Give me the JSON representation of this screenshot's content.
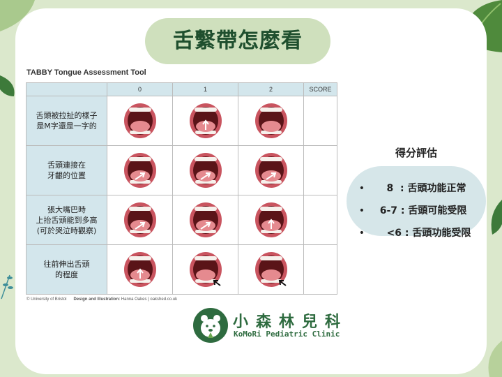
{
  "slide": {
    "title": "舌繫帶怎麼看"
  },
  "table": {
    "title": "TABBY Tongue Assessment Tool",
    "headers": [
      "",
      "0",
      "1",
      "2",
      "SCORE"
    ],
    "rows": [
      {
        "label": "舌頭被拉扯的樣子\n是M字還是一字的"
      },
      {
        "label": "舌頭連接在\n牙齦的位置"
      },
      {
        "label": "張大嘴巴時\n上抬舌頭能到多高\n(可於哭泣時觀察)"
      },
      {
        "label": "往前伸出舌頭\n的程度"
      }
    ],
    "credit_source": "© University of Bristol",
    "credit_design_label": "Design and Illustration:",
    "credit_design_value": "Hanna Oakes | oakshed.co.uk"
  },
  "scoring": {
    "heading": "得分評估",
    "items": [
      {
        "bullet": "•",
        "text": "  8  : 舌頭功能正常"
      },
      {
        "bullet": "•",
        "text": "6-7 : 舌頭可能受限"
      },
      {
        "bullet": "•",
        "text": "  <6 : 舌頭功能受限"
      }
    ]
  },
  "clinic": {
    "name_zh": "小森林兒科",
    "name_en": "KoMoRi Pediatric Clinic"
  },
  "colors": {
    "background": "#dbe8cc",
    "title_pill": "#cfe0bd",
    "table_header": "#d3e6ec",
    "brand_green": "#2e6b3f",
    "score_pill": "#d6e6e9"
  }
}
